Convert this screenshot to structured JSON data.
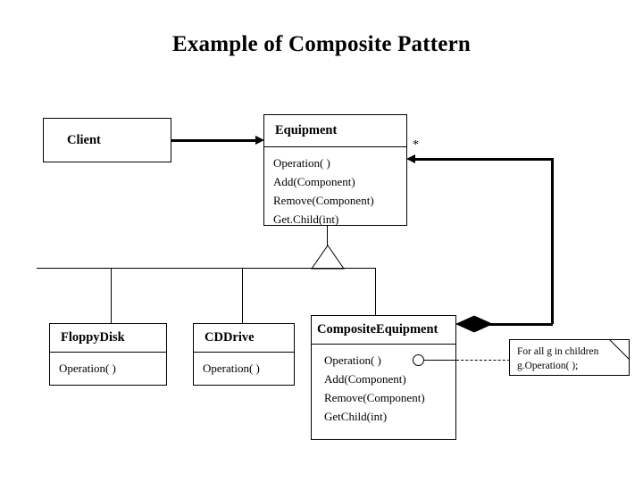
{
  "title": "Example of Composite Pattern",
  "classes": {
    "client": {
      "name": "Client",
      "operations": []
    },
    "equipment": {
      "name": "Equipment",
      "operations": [
        "Operation( )",
        "Add(Component)",
        "Remove(Component)",
        "Get.Child(int)"
      ]
    },
    "floppydisk": {
      "name": "FloppyDisk",
      "operations": [
        "Operation( )"
      ]
    },
    "cddrive": {
      "name": "CDDrive",
      "operations": [
        "Operation( )"
      ]
    },
    "composite": {
      "name": "CompositeEquipment",
      "operations": [
        "Operation( )",
        "Add(Component)",
        "Remove(Component)",
        "GetChild(int)"
      ]
    }
  },
  "note": {
    "line1": "For all g in children",
    "line2": "g.Operation( );"
  },
  "relationships": {
    "aggregation_multiplicity": "*"
  },
  "colors": {
    "stroke": "#000000",
    "fill": "#ffffff",
    "background": "#ffffff"
  }
}
